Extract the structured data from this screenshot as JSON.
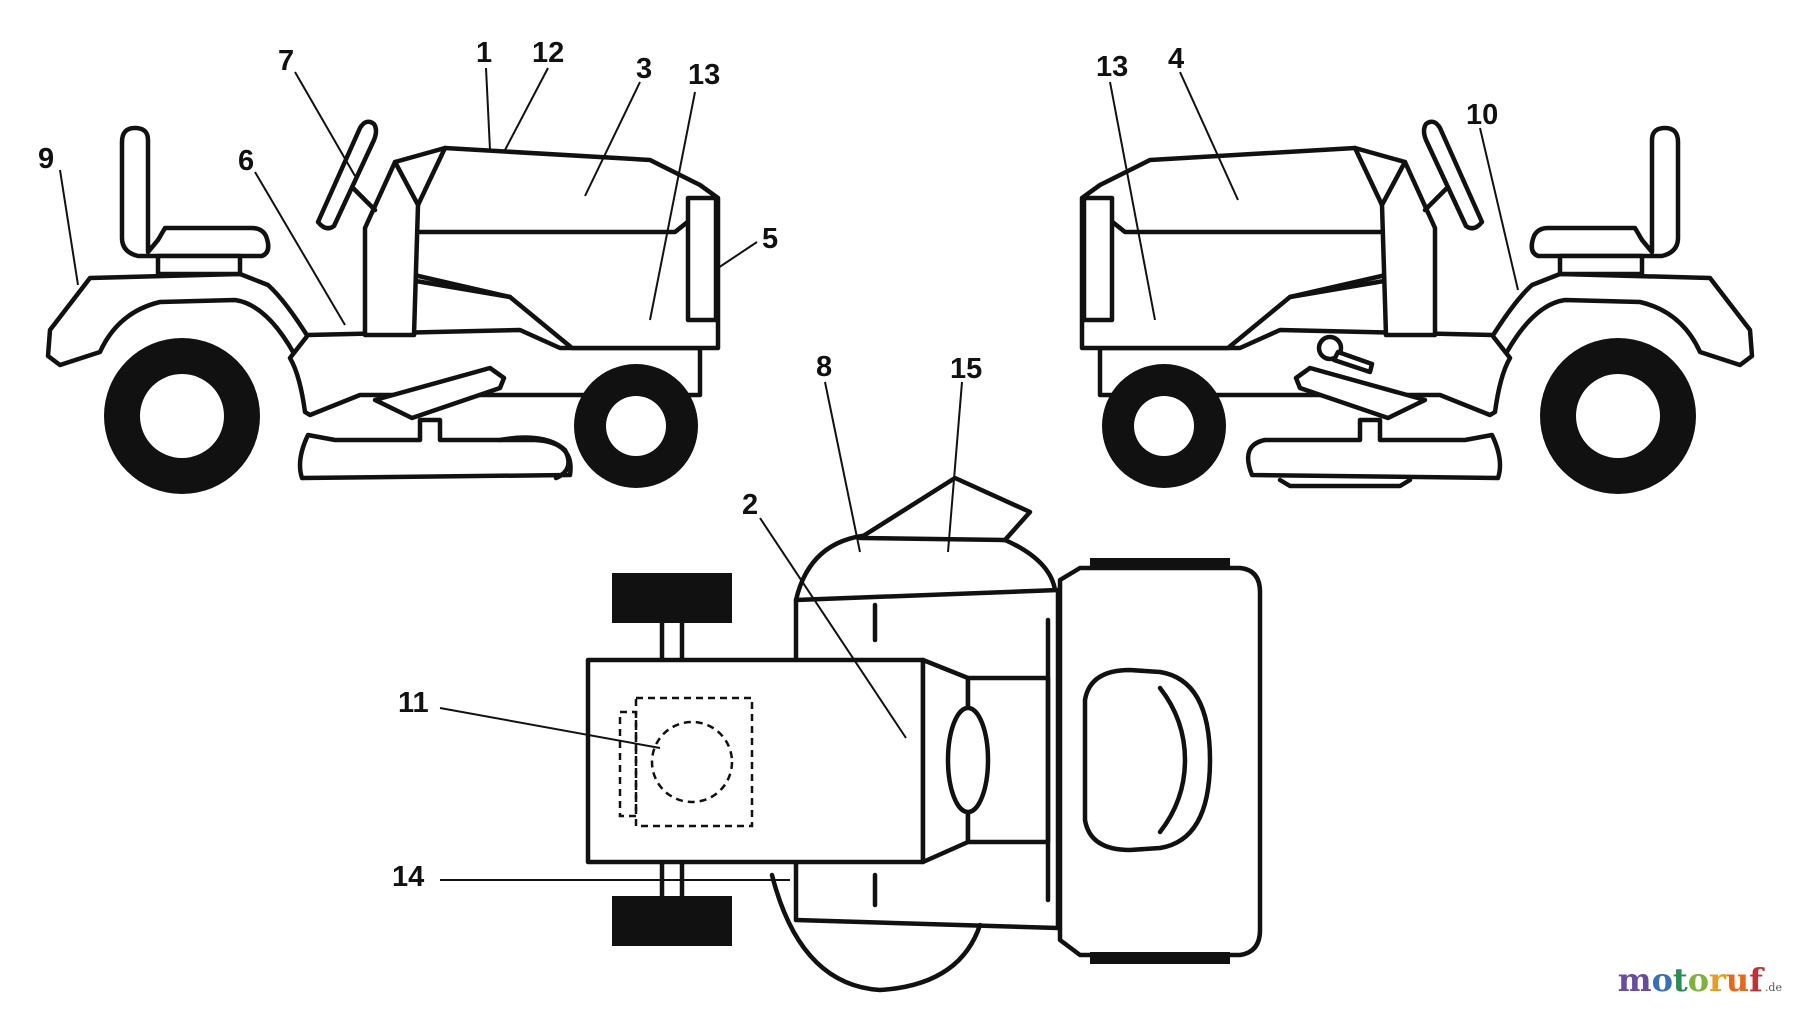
{
  "callouts": {
    "c1": "1",
    "c2": "2",
    "c3": "3",
    "c4": "4",
    "c5": "5",
    "c6": "6",
    "c7": "7",
    "c8": "8",
    "c9": "9",
    "c10": "10",
    "c11": "11",
    "c12": "12",
    "c13a": "13",
    "c13b": "13",
    "c14": "14",
    "c15": "15"
  },
  "watermark": {
    "letters": [
      {
        "ch": "m",
        "color": "#6a4c9c"
      },
      {
        "ch": "o",
        "color": "#3a6fb5"
      },
      {
        "ch": "t",
        "color": "#2e8b57"
      },
      {
        "ch": "o",
        "color": "#7fb23a"
      },
      {
        "ch": "r",
        "color": "#e0a020"
      },
      {
        "ch": "u",
        "color": "#e06a20"
      },
      {
        "ch": "f",
        "color": "#c0303a"
      }
    ],
    "suffix": ".de"
  }
}
